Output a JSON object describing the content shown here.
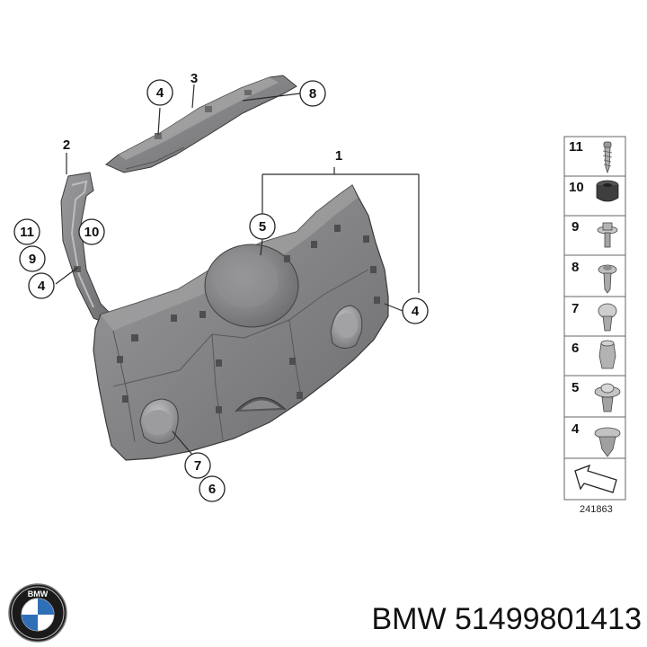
{
  "diagram": {
    "callouts": {
      "c1": "1",
      "c2": "2",
      "c3": "3",
      "c4_top": "4",
      "c4_left": "4",
      "c4_right": "4",
      "c5": "5",
      "c6": "6",
      "c7": "7",
      "c8": "8",
      "c9": "9",
      "c10": "10",
      "c11": "11"
    },
    "side_panel": {
      "items": [
        "11",
        "10",
        "9",
        "8",
        "7",
        "6",
        "5",
        "4"
      ],
      "icons": [
        "screw-icon",
        "rubber-buffer-icon",
        "bolt-icon",
        "washer-bolt-icon",
        "flat-head-screw-icon",
        "expanding-nut-icon",
        "clip-with-washer-icon",
        "push-clip-icon",
        "direction-arrow-icon"
      ]
    },
    "diagram_code": "241863"
  },
  "footer": {
    "brand_logo": "BMW",
    "part_label": "BMW 51499801413"
  },
  "colors": {
    "part_fill": "#8a8a8c",
    "part_dark": "#5e5e60",
    "part_light": "#b4b4b6",
    "line": "#2a2a2a"
  }
}
